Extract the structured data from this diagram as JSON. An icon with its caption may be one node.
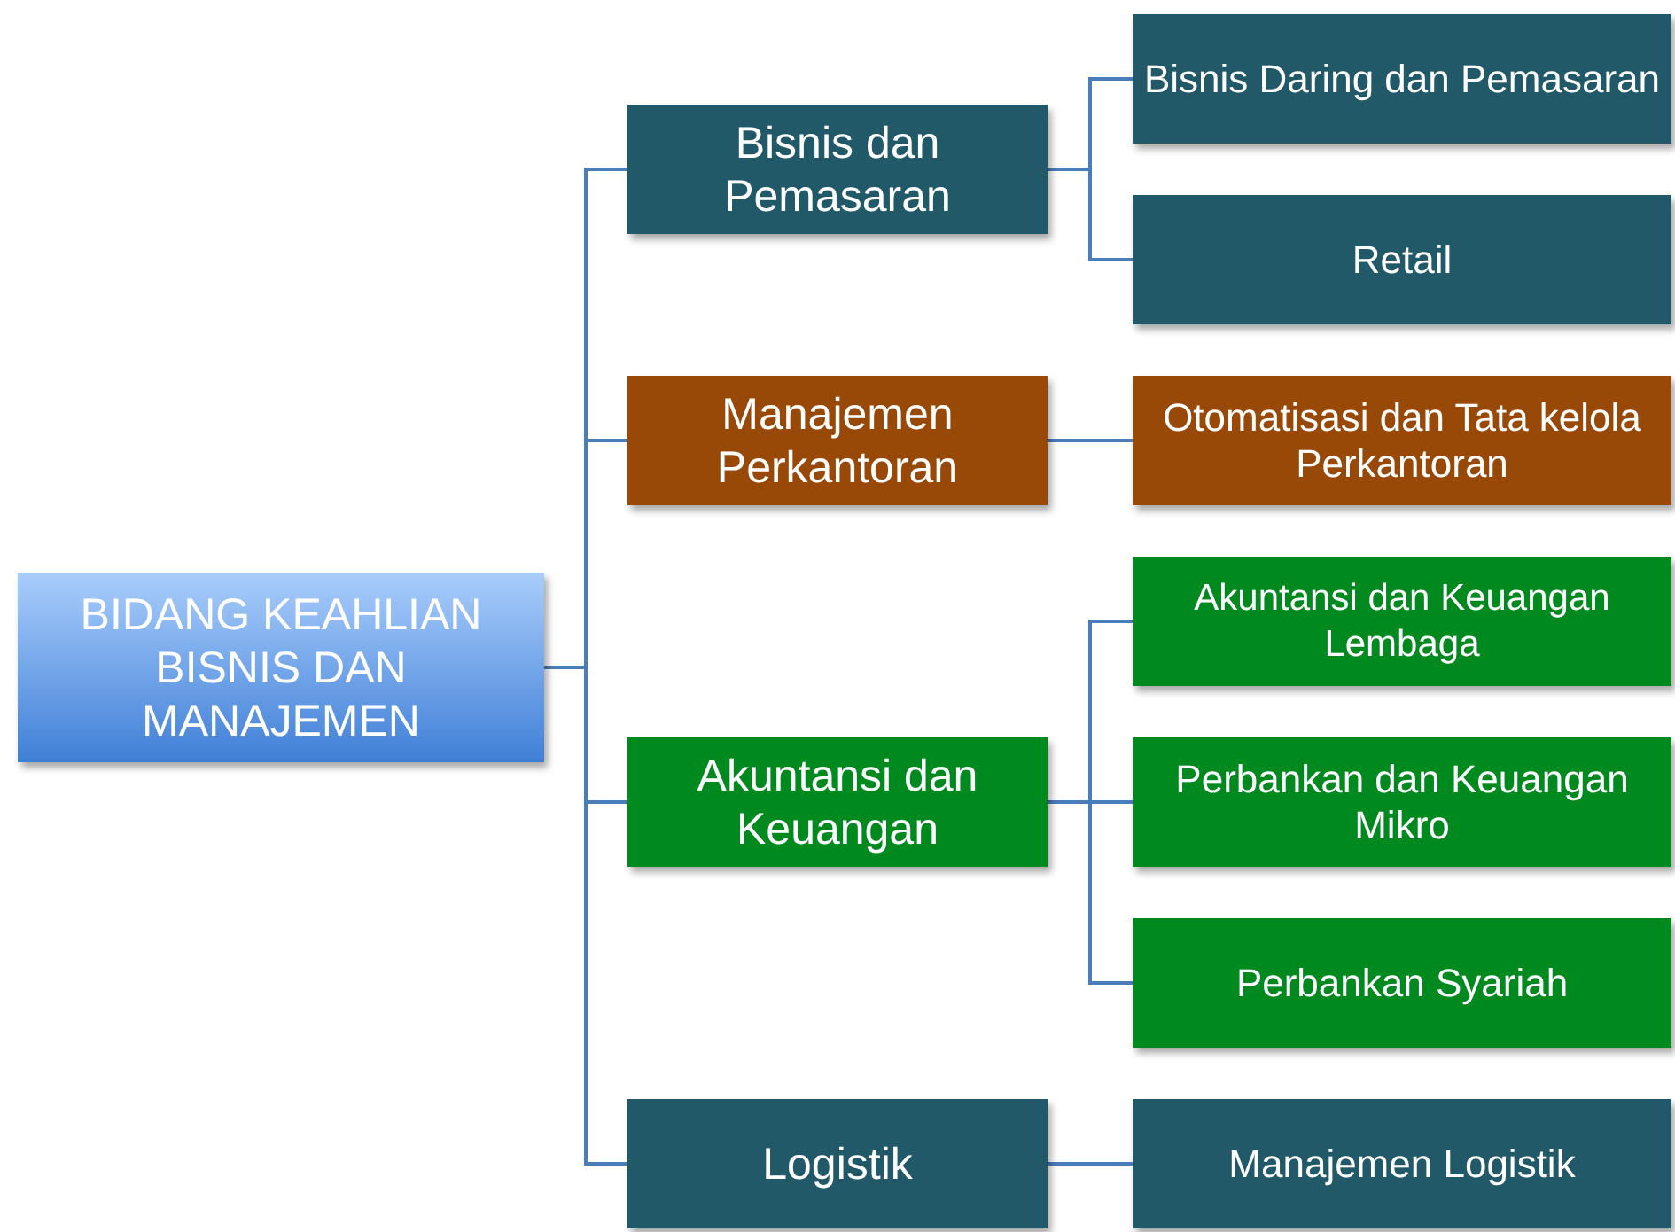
{
  "diagram": {
    "nodes": [
      {
        "text": [
          "BIDANG KEAHLIAN BISNIS DAN MANAJEMEN"
        ]
      },
      {
        "text": [
          "Bisnis dan Pemasaran"
        ]
      },
      {
        "text": [
          "Manajemen Perkantoran"
        ]
      },
      {
        "text": [
          "Akuntansi dan Keuangan"
        ]
      },
      {
        "text": [
          "Logistik"
        ]
      },
      {
        "text": [
          "Bisnis Daring dan Pemasaran"
        ]
      },
      {
        "text": [
          "Retail"
        ]
      },
      {
        "text": [
          "Otomatisasi dan Tata kelola Perkantoran"
        ]
      },
      {
        "text": [
          "Akuntansi dan Keuangan Lembaga"
        ]
      },
      {
        "text": [
          "Perbankan dan Keuangan Mikro"
        ]
      },
      {
        "text": [
          "Perbankan Syariah"
        ]
      },
      {
        "text": [
          "Manajemen Logistik"
        ]
      }
    ],
    "edges": [
      {
        "from": 0,
        "to": 1,
        "arrow": "none"
      },
      {
        "from": 0,
        "to": 2,
        "arrow": "none"
      },
      {
        "from": 0,
        "to": 3,
        "arrow": "none"
      },
      {
        "from": 0,
        "to": 4,
        "arrow": "none"
      },
      {
        "from": 1,
        "to": 5,
        "arrow": "none"
      },
      {
        "from": 1,
        "to": 6,
        "arrow": "none"
      },
      {
        "from": 2,
        "to": 7,
        "arrow": "none"
      },
      {
        "from": 3,
        "to": 8,
        "arrow": "none"
      },
      {
        "from": 3,
        "to": 9,
        "arrow": "none"
      },
      {
        "from": 3,
        "to": 10,
        "arrow": "none"
      },
      {
        "from": 4,
        "to": 11,
        "arrow": "none"
      }
    ]
  }
}
